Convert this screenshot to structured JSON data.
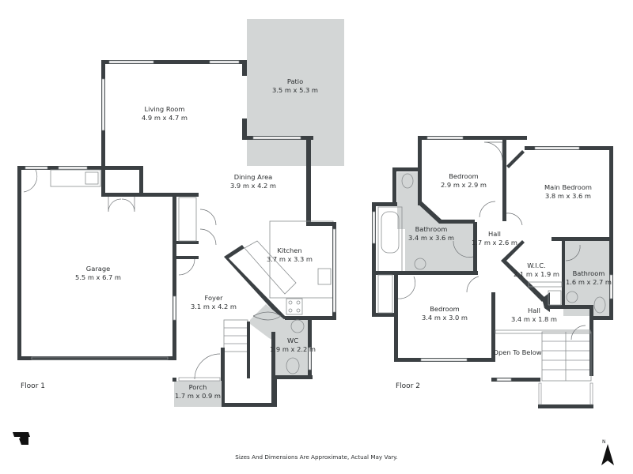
{
  "floors": [
    {
      "label": "Floor 1",
      "rooms": [
        {
          "name": "Patio",
          "size": "3.5 m x 5.3 m"
        },
        {
          "name": "Living Room",
          "size": "4.9 m x 4.7 m"
        },
        {
          "name": "Dining Area",
          "size": "3.9 m x 4.2 m"
        },
        {
          "name": "Garage",
          "size": "5.5 m x 6.7 m"
        },
        {
          "name": "Kitchen",
          "size": "3.7 m x 3.3 m"
        },
        {
          "name": "Foyer",
          "size": "3.1 m x 4.2 m"
        },
        {
          "name": "WC",
          "size": "1.9 m x 2.2 m"
        },
        {
          "name": "Porch",
          "size": "1.7 m x 0.9 m"
        }
      ]
    },
    {
      "label": "Floor 2",
      "rooms": [
        {
          "name": "Bedroom",
          "size": "2.9 m x 2.9 m"
        },
        {
          "name": "Main Bedroom",
          "size": "3.8 m x 3.6 m"
        },
        {
          "name": "Bathroom",
          "size": "3.4 m x 3.6 m"
        },
        {
          "name": "Hall",
          "size": "1.7 m x 2.6 m"
        },
        {
          "name": "W.I.C.",
          "size": "2.1 m x 1.9 m"
        },
        {
          "name": "Bathroom",
          "size": "1.6 m x 2.7 m"
        },
        {
          "name": "Bedroom",
          "size": "3.4 m x 3.0 m"
        },
        {
          "name": "Hall",
          "size": "3.4 m x 1.8 m"
        },
        {
          "name": "Open To Below",
          "size": ""
        }
      ]
    }
  ],
  "footer": {
    "disclaimer": "Sizes And Dimensions Are Approximate, Actual May Vary.",
    "north_label": "N",
    "logo_icon": "brand-logo-icon",
    "compass_icon": "north-arrow-icon"
  },
  "colors": {
    "wall": "#3b4043",
    "shaded_floor": "#d3d6d6",
    "text": "#2a2d2f",
    "background": "#ffffff"
  }
}
